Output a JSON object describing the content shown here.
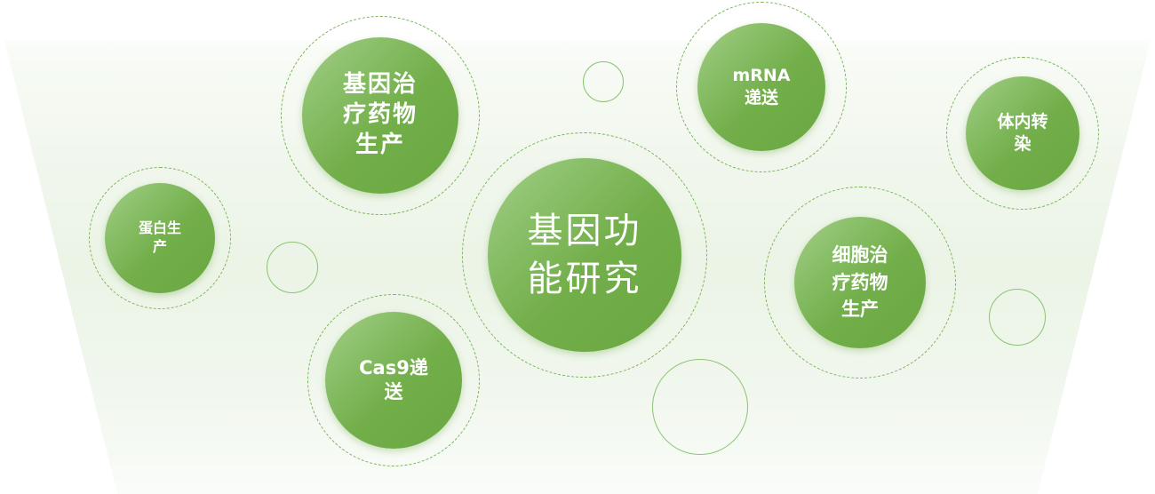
{
  "diagram": {
    "theme": {
      "accent": "#72ae49",
      "accent_light": "#a4cf87",
      "ring_color": "#7cb55a",
      "background_tint": "#ebf4e6"
    },
    "center_topic": {
      "label": "基因功\n能研究",
      "text": "基因功能研究"
    },
    "topics": [
      {
        "id": "protein-production",
        "label": "蛋白生\n产",
        "text": "蛋白生产"
      },
      {
        "id": "gene-therapy-drug-production",
        "label": "基因治\n疗药物\n生产",
        "text": "基因治疗药物生产"
      },
      {
        "id": "cas9-delivery",
        "label": "Cas9递\n送",
        "text": "Cas9递送"
      },
      {
        "id": "mrna-delivery",
        "label": "mRNA\n递送",
        "text": "mRNA递送"
      },
      {
        "id": "in-vivo-transfection",
        "label": "体内转\n染",
        "text": "体内转染"
      },
      {
        "id": "cell-therapy-drug-production",
        "label": "细胞治\n疗药物\n生产",
        "text": "细胞治疗药物生产"
      }
    ]
  }
}
